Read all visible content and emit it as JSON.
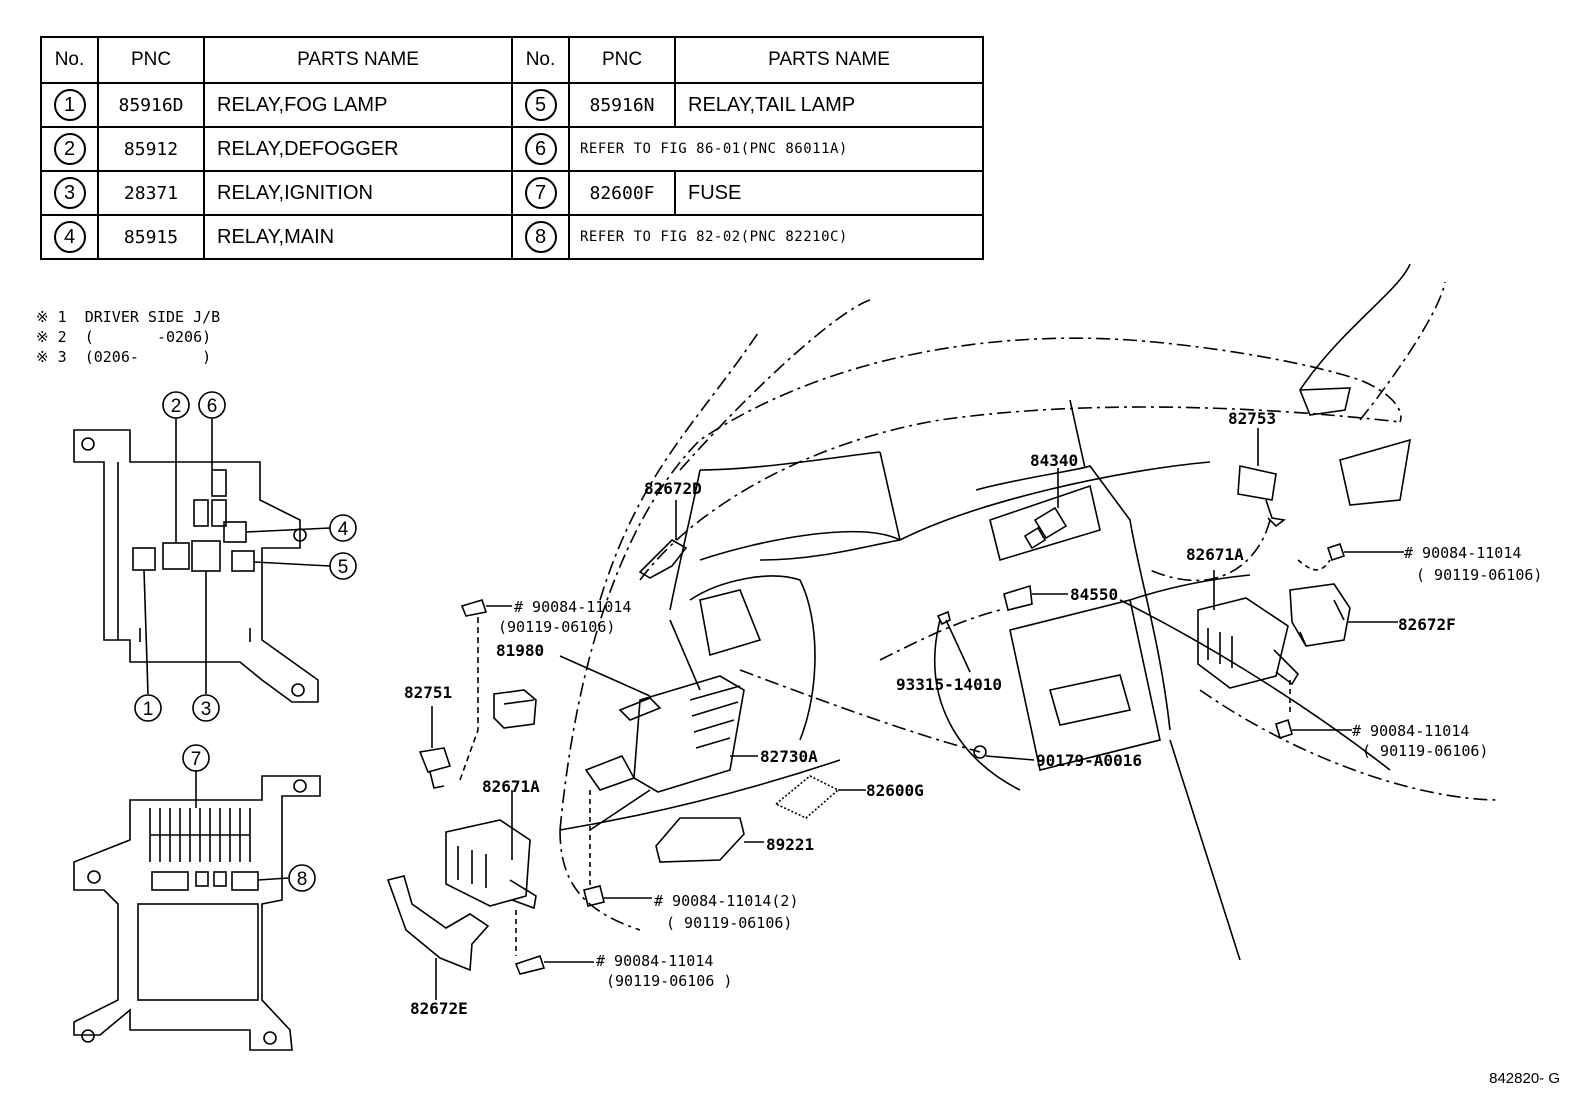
{
  "table": {
    "headers": {
      "no": "No.",
      "pnc": "PNC",
      "parts_name": "PARTS NAME"
    },
    "left_rows": [
      {
        "no": "1",
        "pnc": "85916D",
        "name": "RELAY,FOG LAMP"
      },
      {
        "no": "2",
        "pnc": "85912",
        "name": "RELAY,DEFOGGER"
      },
      {
        "no": "3",
        "pnc": "28371",
        "name": "RELAY,IGNITION"
      },
      {
        "no": "4",
        "pnc": "85915",
        "name": "RELAY,MAIN"
      }
    ],
    "right_rows": [
      {
        "no": "5",
        "pnc": "85916N",
        "name": "RELAY,TAIL LAMP"
      },
      {
        "no": "6",
        "ref": "REFER TO FIG 86-01(PNC 86011A)"
      },
      {
        "no": "7",
        "pnc": "82600F",
        "name": "FUSE"
      },
      {
        "no": "8",
        "ref": "REFER TO FIG 82-02(PNC 82210C)"
      }
    ]
  },
  "notes": [
    {
      "mark": "※ 1",
      "text": "DRIVER SIDE J/B"
    },
    {
      "mark": "※ 2",
      "text": "(       -0206)"
    },
    {
      "mark": "※ 3",
      "text": "(0206-       )"
    }
  ],
  "callouts": {
    "relay_box": [
      "1",
      "2",
      "3",
      "4",
      "5",
      "6"
    ],
    "fuse_box": [
      "7",
      "8"
    ]
  },
  "part_labels": {
    "p82672D": "82672D",
    "p84340": "84340",
    "p82753": "82753",
    "p82671A_right": "82671A",
    "p84550": "84550",
    "p82672F": "82672F",
    "p93315": "93315-14010",
    "p81980": "81980",
    "p82751": "82751",
    "p82730A": "82730A",
    "p82600G": "82600G",
    "p90179": "90179-A0016",
    "p82671A_left": "82671A",
    "p89221": "89221",
    "p82672E": "82672E"
  },
  "bolt_labels": {
    "b1_main": "# 90084-11014",
    "b1_alt": "( 90119-06106)",
    "b2_main": "# 90084-11014",
    "b2_alt": "(90119-06106)",
    "b3_main": "# 90084-11014",
    "b3_alt": "( 90119-06106)",
    "b4_main": "# 90084-11014(2)",
    "b4_alt": "( 90119-06106)",
    "b5_main": "# 90084-11014",
    "b5_alt": "(90119-06106 )"
  },
  "figure_code": "842820- G"
}
